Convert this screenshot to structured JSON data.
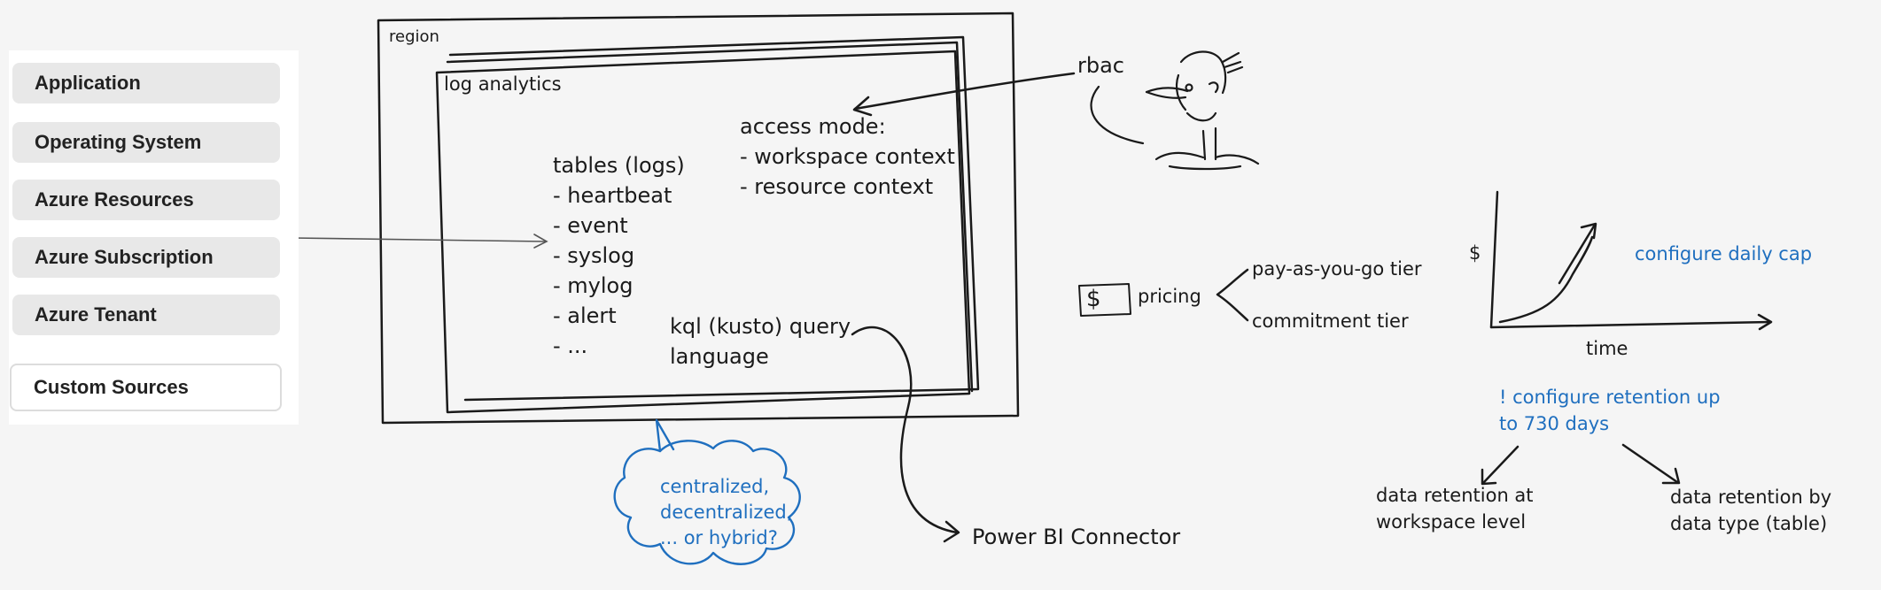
{
  "sources": {
    "items": [
      "Application",
      "Operating System",
      "Azure Resources",
      "Azure Subscription",
      "Azure Tenant"
    ],
    "custom": "Custom Sources"
  },
  "region_label": "region",
  "workspace_label": "log analytics",
  "tables": {
    "heading": "tables (logs)",
    "items": [
      "- heartbeat",
      "- event",
      "- syslog",
      "- mylog",
      "- alert",
      "- ..."
    ]
  },
  "access_mode": {
    "heading": "access mode:",
    "items": [
      "- workspace context",
      "- resource context"
    ]
  },
  "kql": {
    "line1": "kql (kusto) query",
    "line2": "language"
  },
  "rbac_label": "rbac",
  "cloud": {
    "line1": "centralized,",
    "line2": "decentralized,",
    "line3": "... or hybrid?"
  },
  "power_bi": "Power BI Connector",
  "pricing": {
    "icon_symbol": "$",
    "label": "pricing",
    "tier1": "pay-as-you-go tier",
    "tier2": "commitment tier"
  },
  "cost_chart": {
    "ylabel": "$",
    "xlabel": "time",
    "annotation": "configure daily cap"
  },
  "retention": {
    "line1": "! configure retention up",
    "line2": "to 730 days",
    "left_line1": "data retention at",
    "left_line2": "workspace level",
    "right_line1": "data retention by",
    "right_line2": "data type (table)"
  },
  "colors": {
    "ink": "#1a1a1a",
    "accent": "#1f6fbf",
    "panel": "#ffffff",
    "item_bg": "#e8e8e8"
  }
}
